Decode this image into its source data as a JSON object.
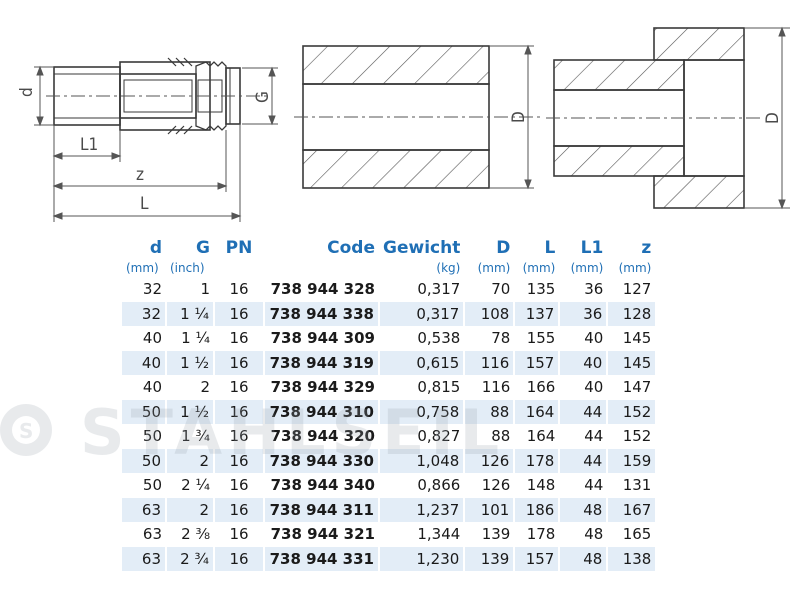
{
  "drawing_labels": {
    "d": "d",
    "G": "G",
    "L1": "L1",
    "z": "z",
    "L": "L",
    "D_middle": "D",
    "D_right": "D"
  },
  "watermark": {
    "text": "STAHLSEIL"
  },
  "table": {
    "columns": [
      {
        "key": "d",
        "header": "d",
        "unit": "(mm)"
      },
      {
        "key": "G",
        "header": "G",
        "unit": "(inch)"
      },
      {
        "key": "PN",
        "header": "PN",
        "unit": ""
      },
      {
        "key": "code",
        "header": "Code",
        "unit": ""
      },
      {
        "key": "gewicht",
        "header": "Gewicht",
        "unit": "(kg)"
      },
      {
        "key": "D",
        "header": "D",
        "unit": "(mm)"
      },
      {
        "key": "L",
        "header": "L",
        "unit": "(mm)"
      },
      {
        "key": "L1",
        "header": "L1",
        "unit": "(mm)"
      },
      {
        "key": "z",
        "header": "z",
        "unit": "(mm)"
      }
    ],
    "rows": [
      [
        "32",
        "1",
        "16",
        "738 944 328",
        "0,317",
        "70",
        "135",
        "36",
        "127"
      ],
      [
        "32",
        "1 ¼",
        "16",
        "738 944 338",
        "0,317",
        "108",
        "137",
        "36",
        "128"
      ],
      [
        "40",
        "1 ¼",
        "16",
        "738 944 309",
        "0,538",
        "78",
        "155",
        "40",
        "145"
      ],
      [
        "40",
        "1 ½",
        "16",
        "738 944 319",
        "0,615",
        "116",
        "157",
        "40",
        "145"
      ],
      [
        "40",
        "2",
        "16",
        "738 944 329",
        "0,815",
        "116",
        "166",
        "40",
        "147"
      ],
      [
        "50",
        "1 ½",
        "16",
        "738 944 310",
        "0,758",
        "88",
        "164",
        "44",
        "152"
      ],
      [
        "50",
        "1 ¾",
        "16",
        "738 944 320",
        "0,827",
        "88",
        "164",
        "44",
        "152"
      ],
      [
        "50",
        "2",
        "16",
        "738 944 330",
        "1,048",
        "126",
        "178",
        "44",
        "159"
      ],
      [
        "50",
        "2 ¼",
        "16",
        "738 944 340",
        "0,866",
        "126",
        "148",
        "44",
        "131"
      ],
      [
        "63",
        "2",
        "16",
        "738 944 311",
        "1,237",
        "101",
        "186",
        "48",
        "167"
      ],
      [
        "63",
        "2 ⅜",
        "16",
        "738 944 321",
        "1,344",
        "139",
        "178",
        "48",
        "165"
      ],
      [
        "63",
        "2 ¾",
        "16",
        "738 944 331",
        "1,230",
        "139",
        "157",
        "48",
        "138"
      ]
    ]
  }
}
